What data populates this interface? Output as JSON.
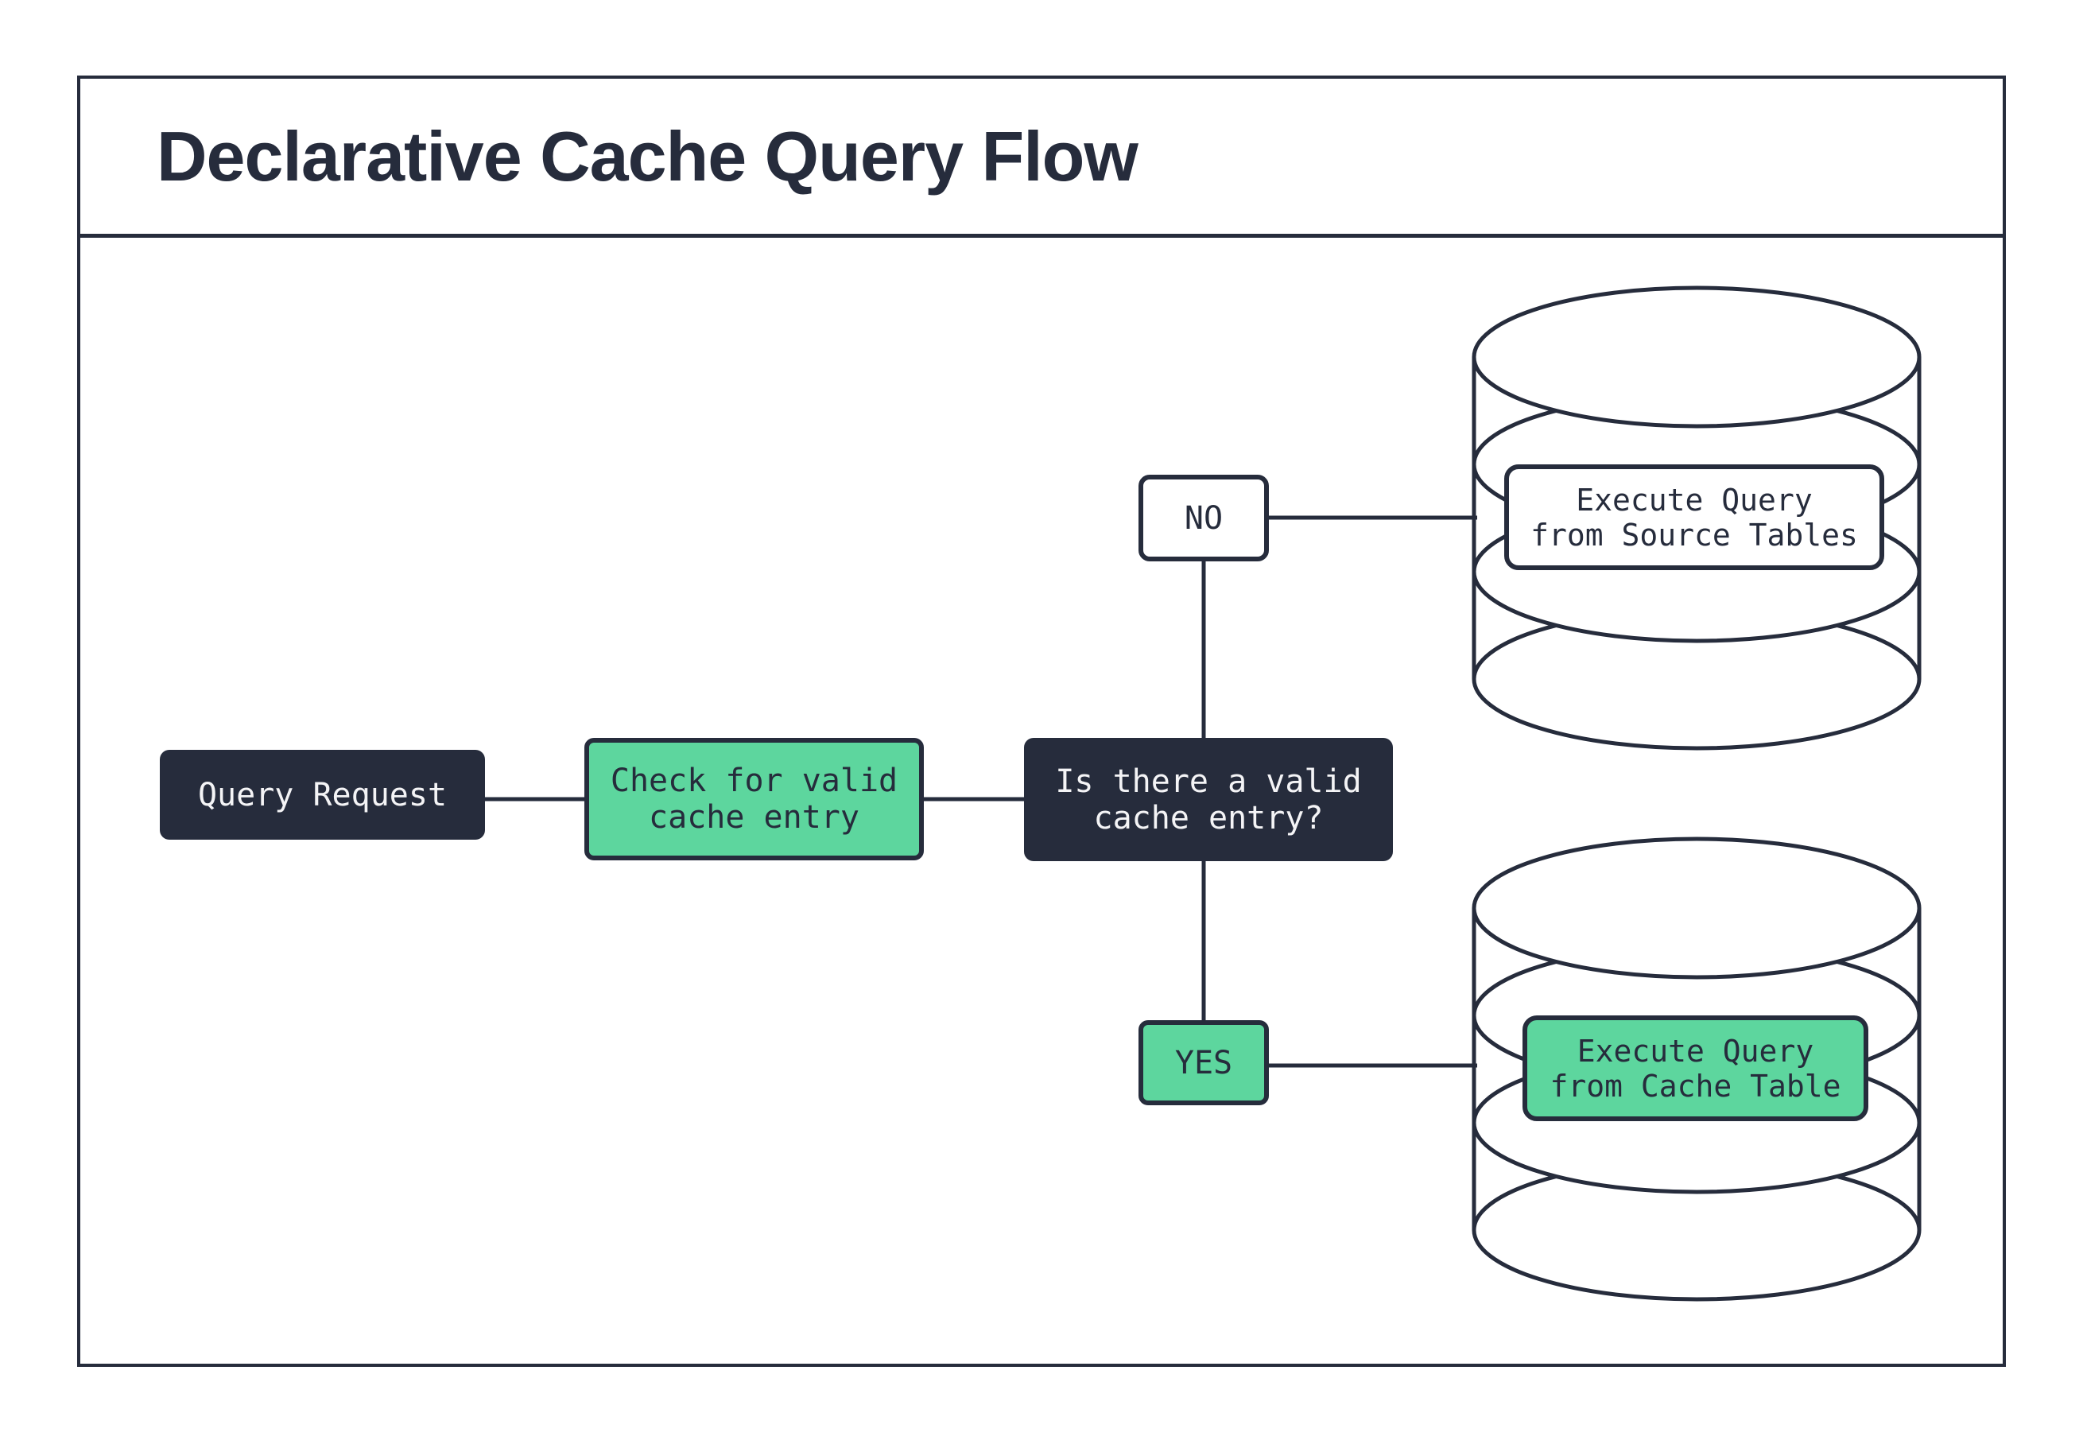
{
  "header": {
    "title": "Declarative Cache Query Flow"
  },
  "flow": {
    "query_request": {
      "label": "Query Request"
    },
    "check": {
      "line1": "Check for valid",
      "line2": "cache entry"
    },
    "decision": {
      "line1": "Is there a valid",
      "line2": "cache entry?"
    },
    "no_branch": {
      "label": "NO"
    },
    "yes_branch": {
      "label": "YES"
    },
    "source_db": {
      "line1": "Execute Query",
      "line2": "from Source Tables"
    },
    "cache_db": {
      "line1": "Execute Query",
      "line2": "from Cache Table"
    }
  },
  "colors": {
    "dark_navy": "#262c3c",
    "mint_green": "#5dd69e",
    "light_text": "#f4f4f6",
    "background": "#ffffff"
  }
}
